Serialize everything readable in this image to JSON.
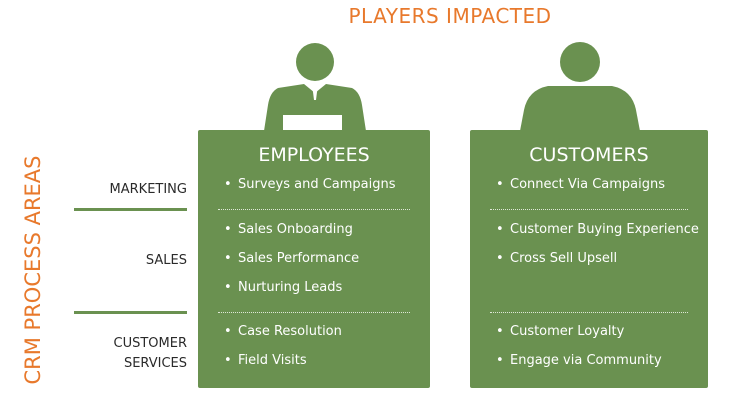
{
  "title": "PLAYERS IMPACTED",
  "side_title": "CRM PROCESS AREAS",
  "areas": [
    "MARKETING",
    "SALES",
    "CUSTOMER SERVICES"
  ],
  "colors": {
    "green": "#6a9150",
    "orange": "#e8792c"
  },
  "employees": {
    "heading": "EMPLOYEES",
    "items": [
      "Surveys and Campaigns",
      "Sales Onboarding",
      "Sales Performance",
      "Nurturing Leads",
      "Case Resolution",
      "Field Visits"
    ]
  },
  "customers": {
    "heading": "CUSTOMERS",
    "items": [
      "Connect Via Campaigns",
      "Customer Buying Experience",
      "Cross Sell Upsell",
      "Customer Loyalty",
      "Engage via Community"
    ]
  }
}
